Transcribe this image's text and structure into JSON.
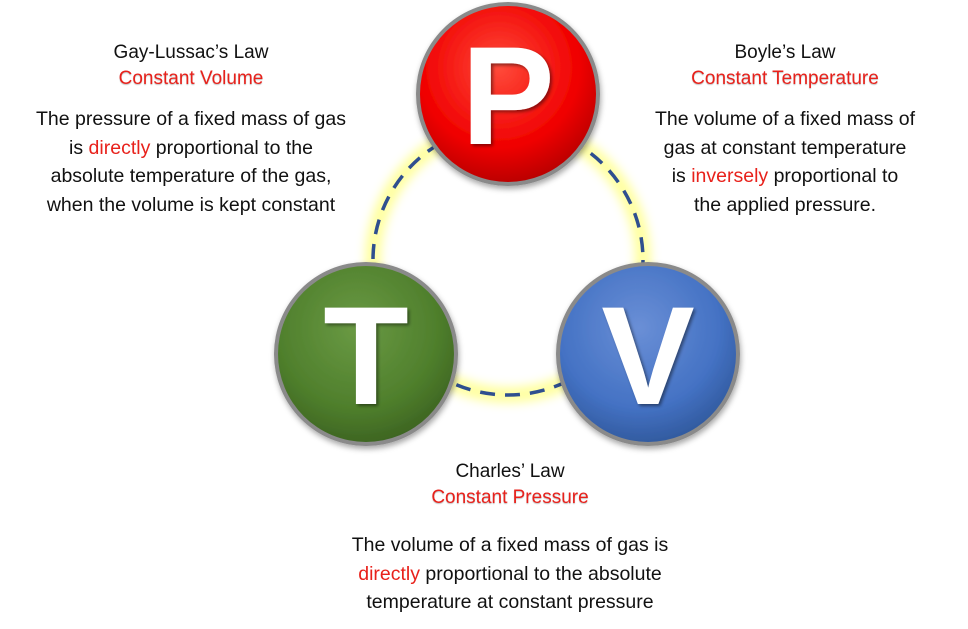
{
  "diagram": {
    "nodes": {
      "p": {
        "letter": "P",
        "color": "#f00000"
      },
      "t": {
        "letter": "T",
        "color": "#4f7f2c"
      },
      "v": {
        "letter": "V",
        "color": "#4472c4"
      }
    },
    "connector_color": "#2f4f8f",
    "glow_color": "#ffff80"
  },
  "laws": {
    "gay_lussac": {
      "title": "Gay-Lussac’s Law",
      "subtitle": "Constant Volume",
      "desc": [
        "The pressure of a fixed mass of gas",
        [
          "is ",
          "directly",
          " proportional to the"
        ],
        "absolute temperature of the gas,",
        "when the volume is kept constant"
      ]
    },
    "boyle": {
      "title": "Boyle’s Law",
      "subtitle": "Constant Temperature",
      "desc": [
        "The volume of a fixed mass of",
        "gas at constant temperature",
        [
          "is ",
          "inversely",
          " proportional to"
        ],
        "the applied pressure."
      ]
    },
    "charles": {
      "title": "Charles’ Law",
      "subtitle": "Constant Pressure",
      "desc": [
        "The volume of a fixed mass of gas is",
        [
          "",
          "directly",
          " proportional to the absolute"
        ],
        "temperature at constant pressure"
      ]
    }
  }
}
